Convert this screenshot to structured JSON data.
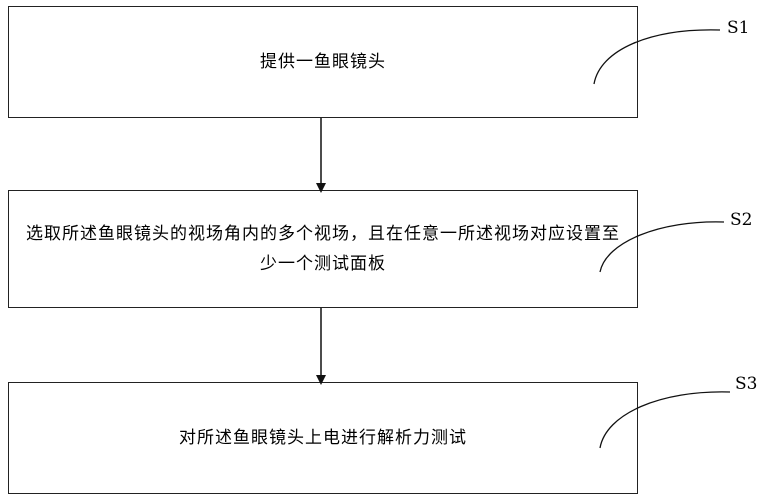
{
  "steps": [
    {
      "id": "S1",
      "text": "提供一鱼眼镜头"
    },
    {
      "id": "S2",
      "text": "选取所述鱼眼镜头的视场角内的多个视场，且在任意一所述视场对应设置至少一个测试面板"
    },
    {
      "id": "S3",
      "text": "对所述鱼眼镜头上电进行解析力测试"
    }
  ]
}
